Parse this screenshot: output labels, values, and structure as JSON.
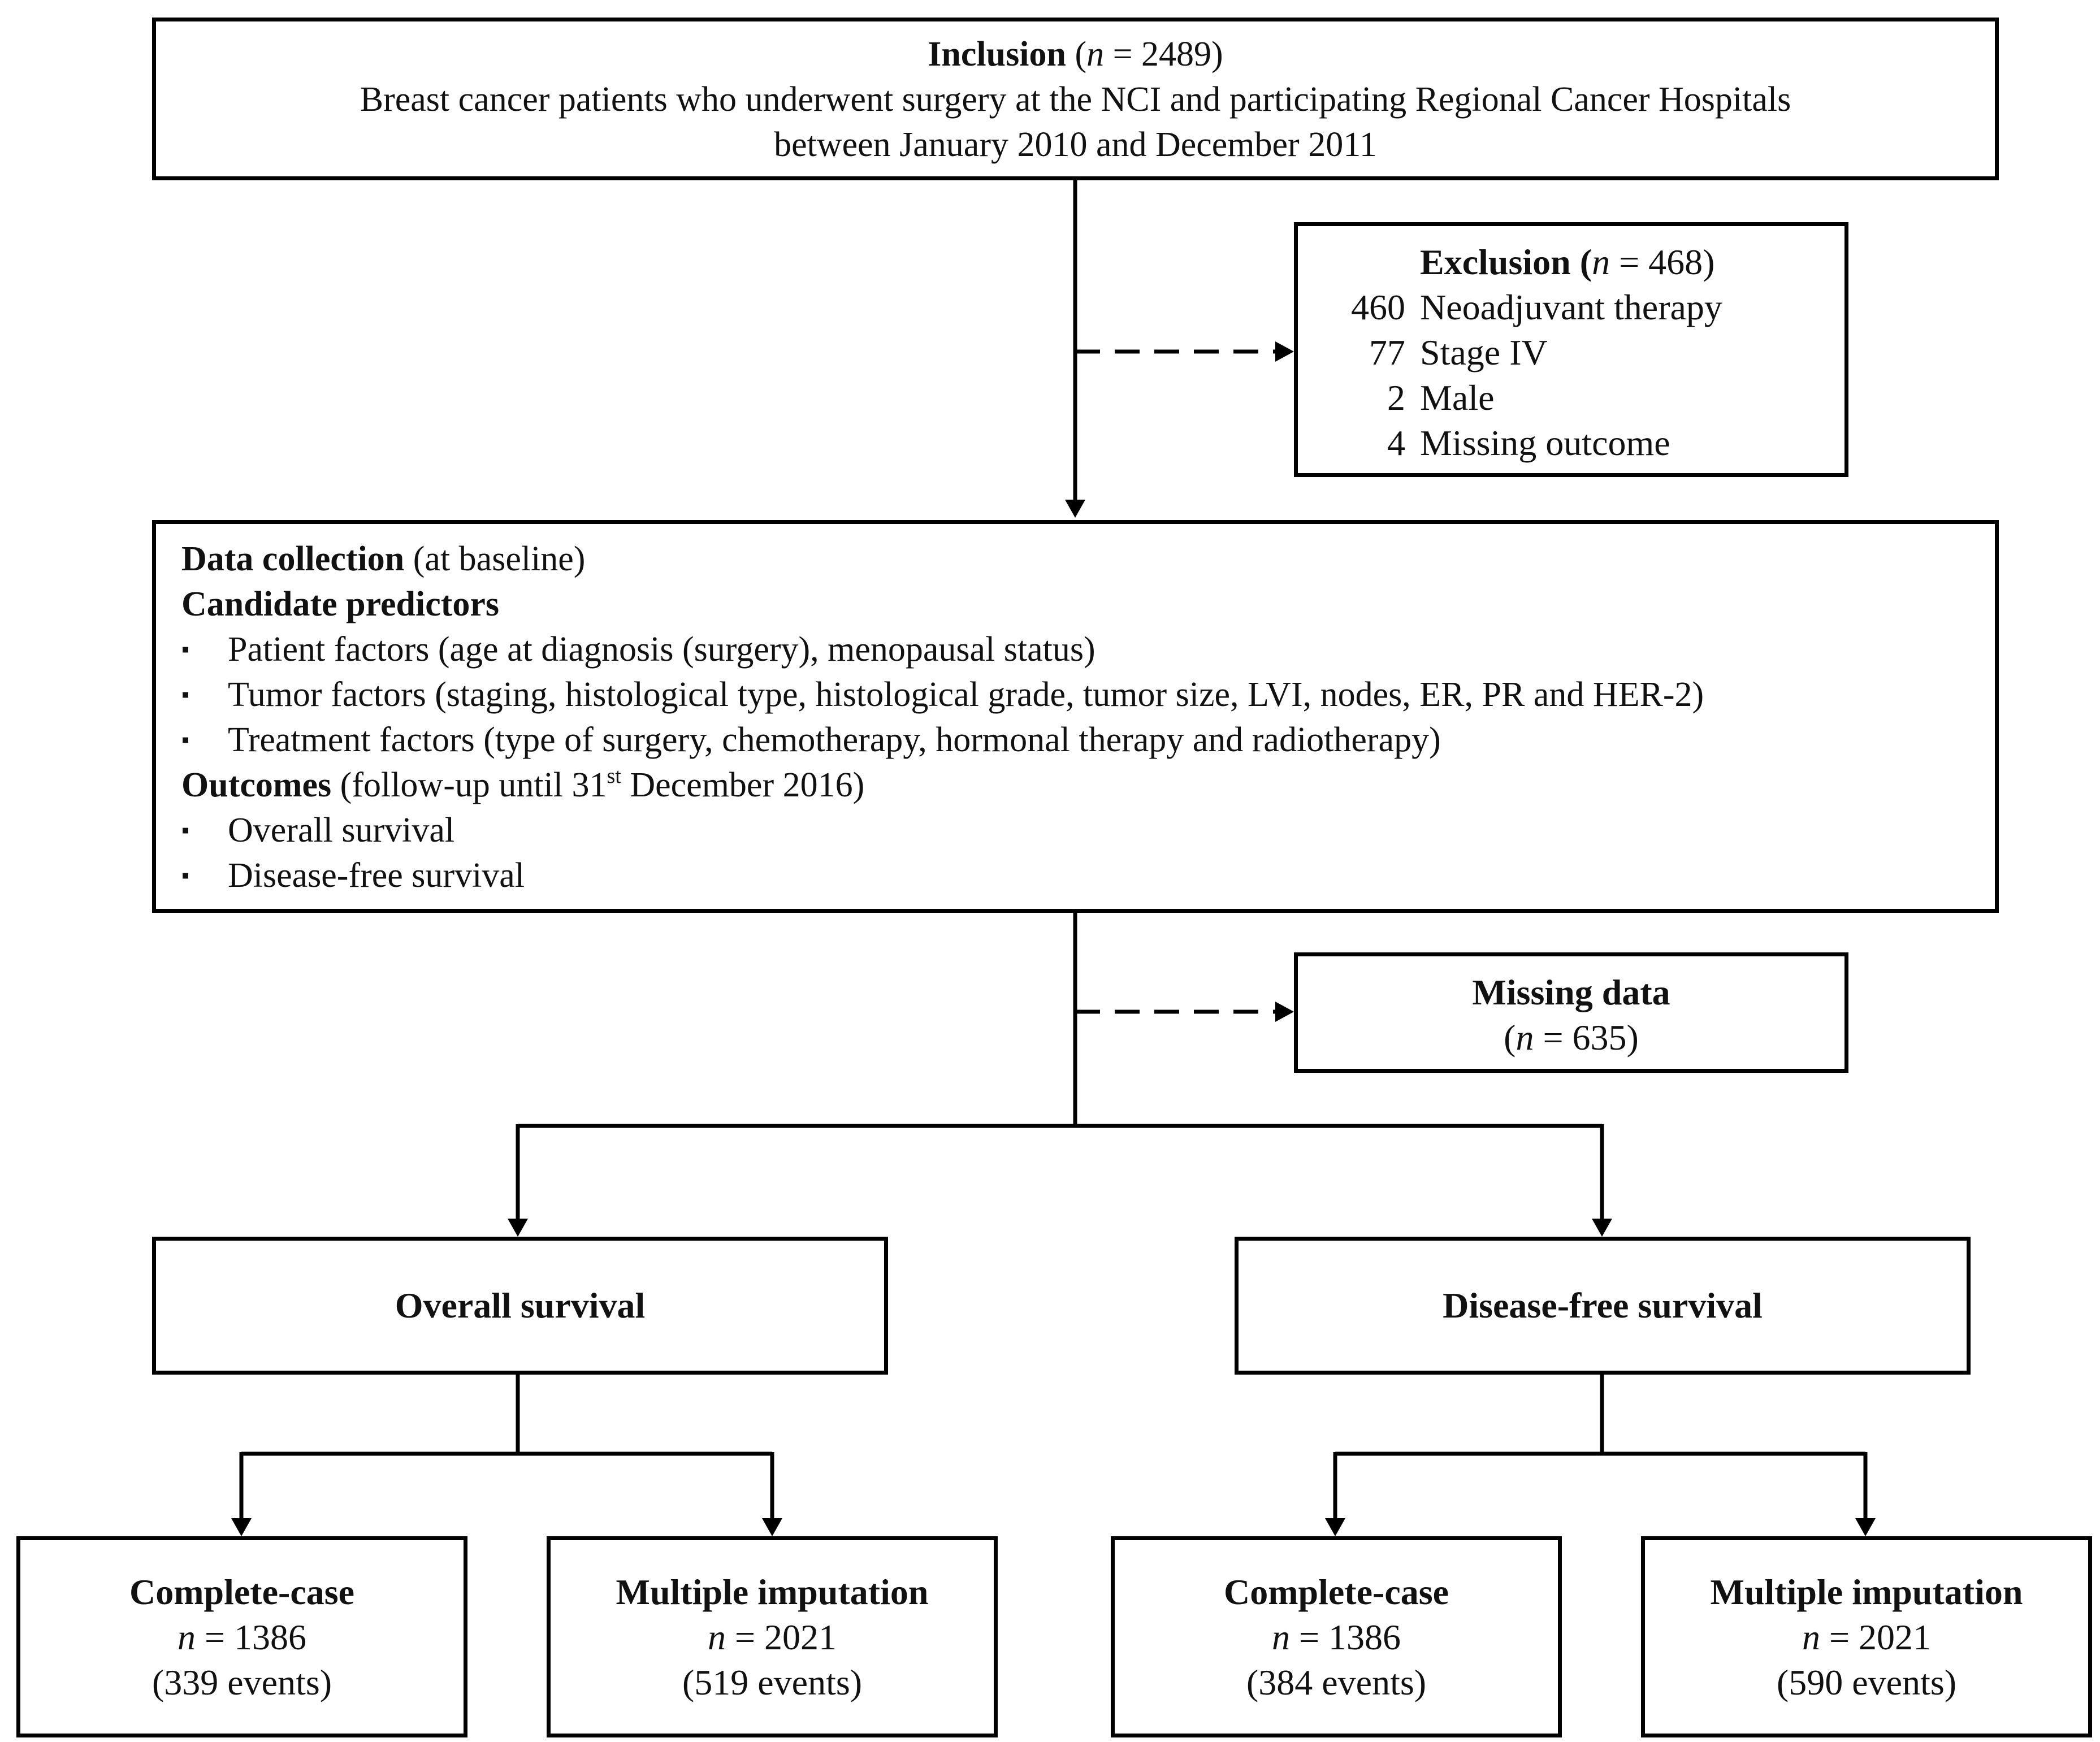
{
  "inclusion": {
    "title": "Inclusion",
    "n_label": "n",
    "n_value": " = 2489)",
    "line1": "Breast cancer patients who underwent surgery at the NCI and participating Regional Cancer Hospitals",
    "line2": "between January 2010 and December 2011"
  },
  "exclusion": {
    "title": "Exclusion (",
    "n_label": "n",
    "n_value": " = 468)",
    "items": [
      {
        "count": "460",
        "label": "Neoadjuvant therapy"
      },
      {
        "count": "77",
        "label": "Stage IV"
      },
      {
        "count": "2",
        "label": "Male"
      },
      {
        "count": "4",
        "label": "Missing outcome"
      }
    ]
  },
  "data_collection": {
    "title": "Data collection",
    "title_suffix": " (at baseline)",
    "predictors_heading": "Candidate predictors",
    "predictors": [
      "Patient factors (age at diagnosis (surgery), menopausal status)",
      "Tumor factors (staging, histological type, histological grade, tumor size, LVI, nodes, ER, PR and HER-2)",
      "Treatment factors (type of surgery, chemotherapy, hormonal therapy and radiotherapy)"
    ],
    "outcomes_heading": "Outcomes",
    "outcomes_prefix": " (follow-up until 31",
    "outcomes_sup": "st",
    "outcomes_suffix": " December 2016)",
    "outcomes": [
      "Overall survival",
      "Disease-free survival"
    ],
    "bullet": "▪"
  },
  "missing": {
    "title": "Missing data",
    "open": "(",
    "n_label": "n",
    "n_value": " = 635)"
  },
  "overall_survival": {
    "title": "Overall survival"
  },
  "disease_free_survival": {
    "title": "Disease-free survival"
  },
  "outcomes_boxes": {
    "os_cc": {
      "title": "Complete-case",
      "n_label": "n",
      "n_value": " = 1386",
      "events": "(339 events)"
    },
    "os_mi": {
      "title": "Multiple imputation",
      "n_label": "n",
      "n_value": " = 2021",
      "events": "(519 events)"
    },
    "dfs_cc": {
      "title": "Complete-case",
      "n_label": "n",
      "n_value": " = 1386",
      "events": "(384 events)"
    },
    "dfs_mi": {
      "title": "Multiple imputation",
      "n_label": "n",
      "n_value": " = 2021",
      "events": "(590 events)"
    }
  }
}
